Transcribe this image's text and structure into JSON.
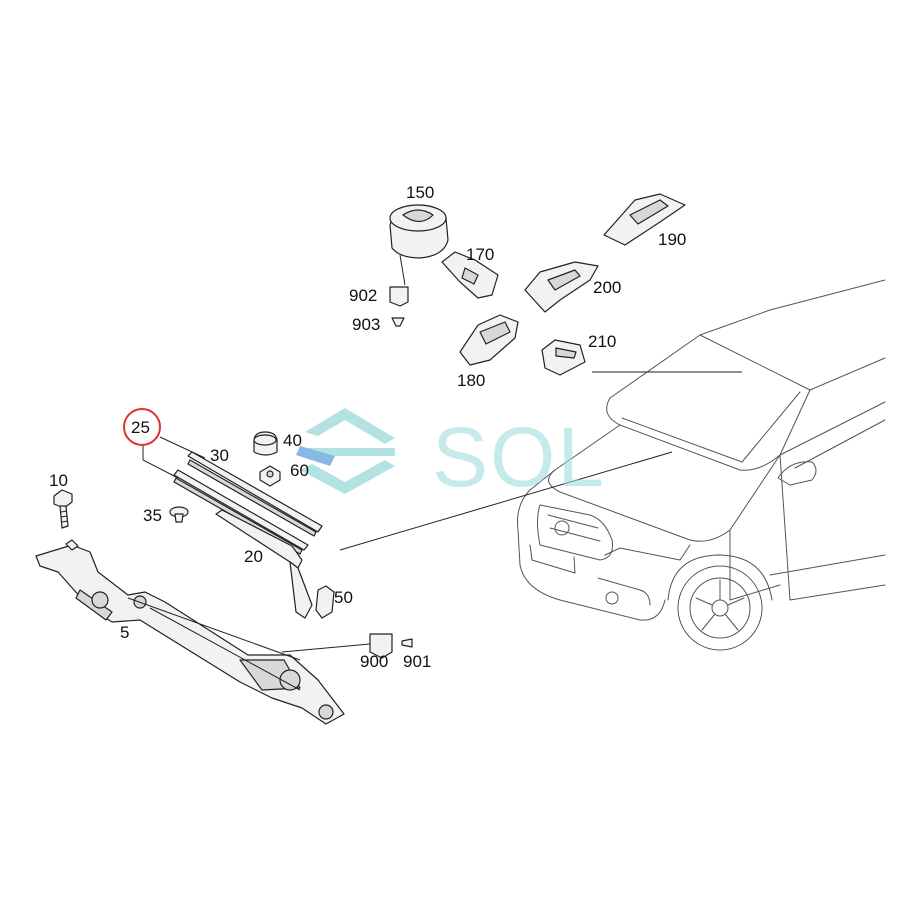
{
  "watermark": {
    "text": "SOL",
    "color": "#9fdcdc",
    "accent": "#6aa7e0"
  },
  "highlight": {
    "color": "#e0312f",
    "callout": "25"
  },
  "callouts": {
    "c5": "5",
    "c10": "10",
    "c20": "20",
    "c25": "25",
    "c30": "30",
    "c35": "35",
    "c40": "40",
    "c50": "50",
    "c60": "60",
    "c150": "150",
    "c170": "170",
    "c180": "180",
    "c190": "190",
    "c200": "200",
    "c210": "210",
    "c900": "900",
    "c901": "901",
    "c902": "902",
    "c903": "903"
  },
  "icons": [
    "wiper-linkage-icon",
    "wiper-arm-icon",
    "wiper-blade-icon",
    "car-outline-icon",
    "bolt-icon",
    "nut-icon",
    "connector-icon"
  ]
}
